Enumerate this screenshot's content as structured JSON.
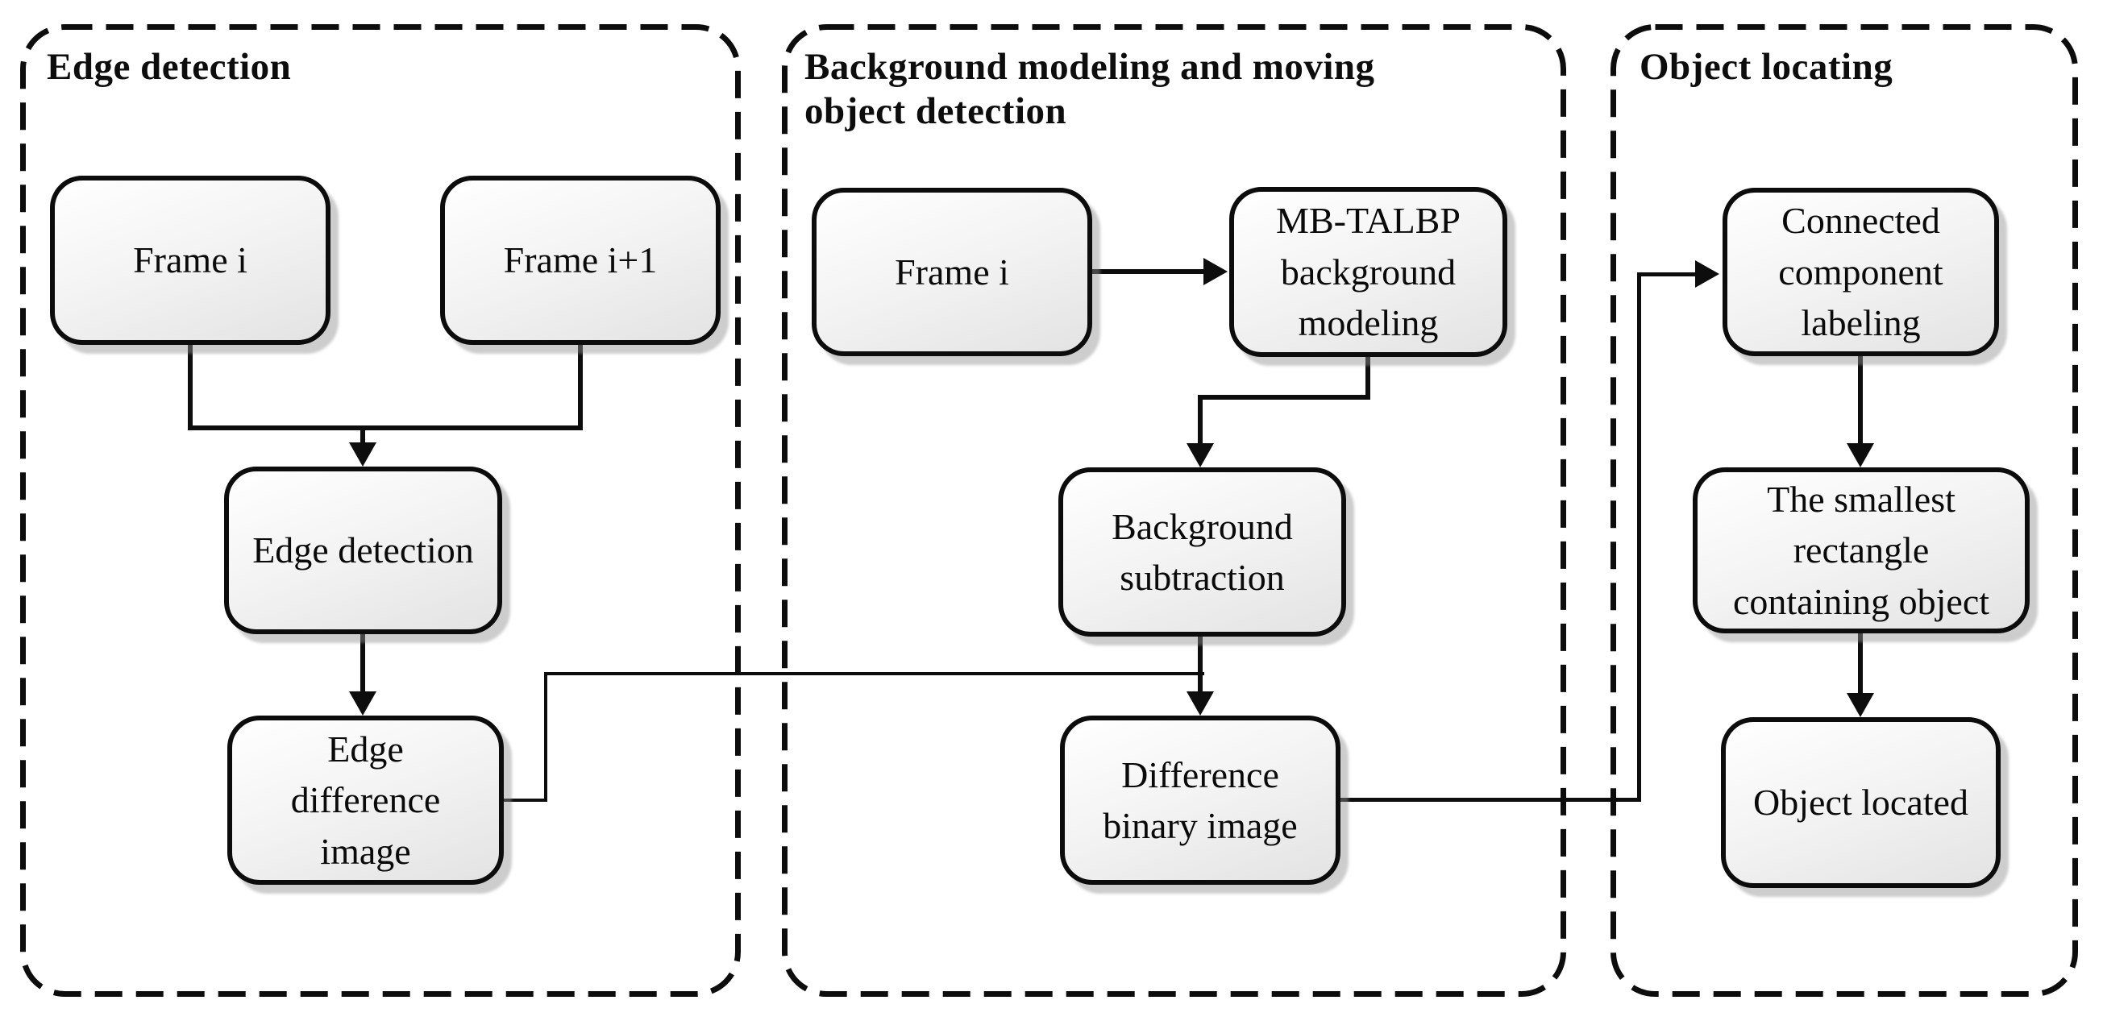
{
  "figure": {
    "type": "flowchart",
    "colors": {
      "background": "#ffffff",
      "line": "#0d0d0d",
      "node_border": "#0c0c0c",
      "node_fill_top": "#ffffff",
      "node_fill_bottom": "#e3e3e3",
      "node_shadow": "#919191"
    },
    "sections": [
      {
        "title": "Edge detection"
      },
      {
        "title": "Background modeling and moving object detection"
      },
      {
        "title": "Object locating"
      }
    ],
    "nodes": [
      {
        "label": "Frame i"
      },
      {
        "label": "Frame i+1"
      },
      {
        "label": "Edge detection"
      },
      {
        "label": "Edge difference image"
      },
      {
        "label": "Frame i"
      },
      {
        "label": "MB-TALBP background modeling"
      },
      {
        "label": "Background subtraction"
      },
      {
        "label": "Difference binary image"
      },
      {
        "label": "Connected component labeling"
      },
      {
        "label": "The smallest rectangle containing object"
      },
      {
        "label": "Object located"
      }
    ],
    "edges": [
      {
        "from": "Frame i (edge detection)",
        "to": "Edge detection",
        "style": "arrow-merge"
      },
      {
        "from": "Frame i+1",
        "to": "Edge detection",
        "style": "arrow-merge"
      },
      {
        "from": "Edge detection",
        "to": "Edge difference image",
        "style": "arrow"
      },
      {
        "from": "Edge difference image",
        "to": "Difference binary image",
        "style": "line-join"
      },
      {
        "from": "Frame i (background modeling)",
        "to": "MB-TALBP background modeling",
        "style": "arrow"
      },
      {
        "from": "MB-TALBP background modeling",
        "to": "Background subtraction",
        "style": "arrow"
      },
      {
        "from": "Background subtraction",
        "to": "Difference binary image",
        "style": "arrow"
      },
      {
        "from": "Difference binary image",
        "to": "Connected component labeling",
        "style": "arrow"
      },
      {
        "from": "Connected component labeling",
        "to": "The smallest rectangle containing object",
        "style": "arrow"
      },
      {
        "from": "The smallest rectangle containing object",
        "to": "Object located",
        "style": "arrow"
      }
    ]
  }
}
